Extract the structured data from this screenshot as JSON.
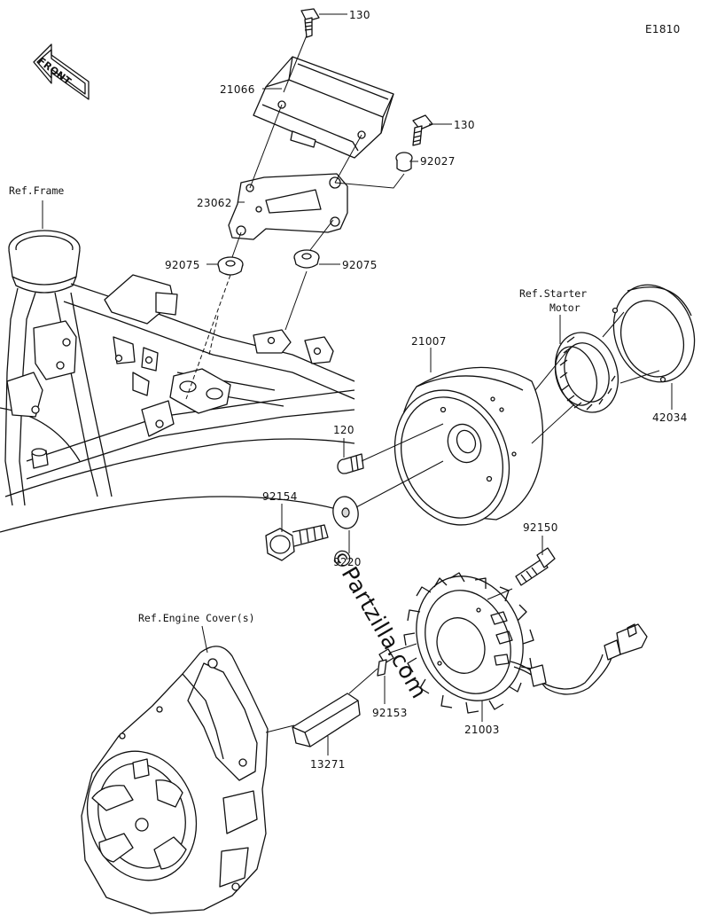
{
  "diagram_code": "E1810",
  "front_label": "FRONT",
  "refs": {
    "frame": "Ref.Frame",
    "starter_motor_line1": "Ref.Starter",
    "starter_motor_line2": "Motor",
    "engine_cover": "Ref.Engine Cover(s)"
  },
  "parts": {
    "p130_top": "130",
    "p21066": "21066",
    "p130_right": "130",
    "p92027": "92027",
    "p23062": "23062",
    "p92075_left": "92075",
    "p92075_right": "92075",
    "p21007": "21007",
    "p42034": "42034",
    "p120": "120",
    "p92154": "92154",
    "p92200": "9220",
    "p92150": "92150",
    "p21003": "21003",
    "p92153": "92153",
    "p13271": "13271"
  },
  "watermark": "©Partzilla.com"
}
